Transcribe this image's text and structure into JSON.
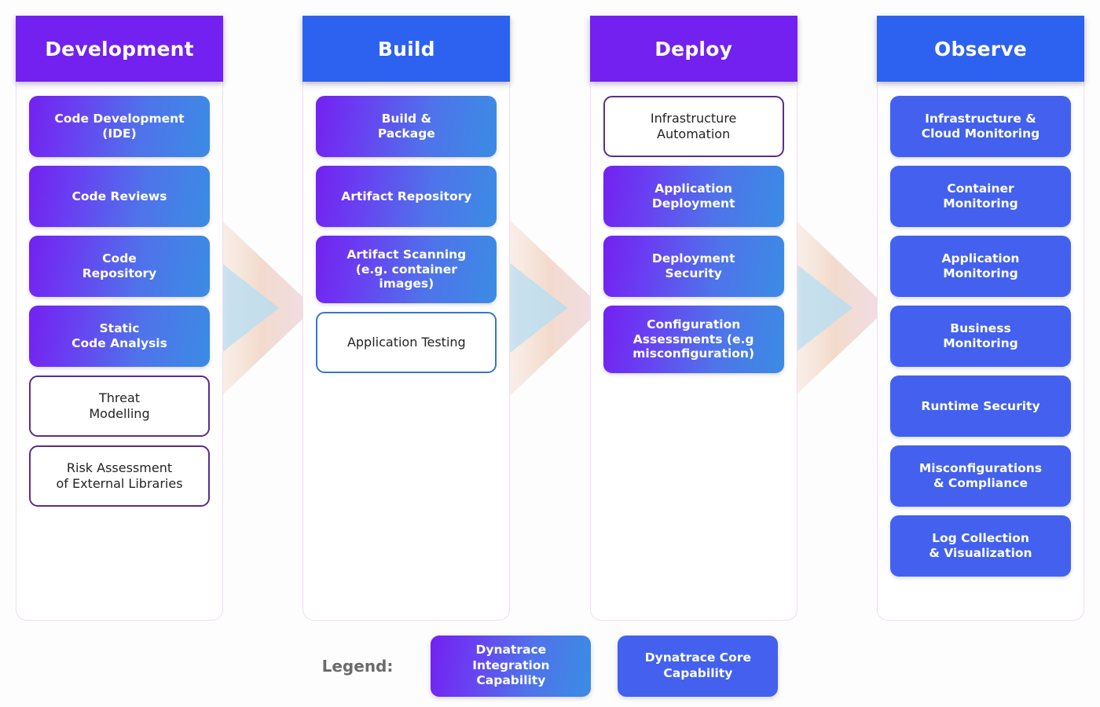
{
  "background_color": "#fdfdfd",
  "colors": {
    "header_purple": "#7321f0",
    "header_blue": "#2d62f0",
    "integration_gradient_start": "#7321f0",
    "integration_gradient_end": "#3b8ce4",
    "core_blue": "#4361ee",
    "outline_purple_border": "#5b2d8e",
    "outline_blue_border": "#3478c8",
    "card_border": "#f0dcf2",
    "legend_label": "#6b6b6b",
    "arrow_peach": "#f3ddd0",
    "arrow_blue": "#c9e2f0"
  },
  "stages": [
    {
      "id": "development",
      "title": "Development",
      "header_color": "purple",
      "outline_border": "purple-b",
      "items": [
        {
          "label": "Code Development\n(IDE)",
          "type": "integration",
          "size": "h1"
        },
        {
          "label": "Code Reviews",
          "type": "integration",
          "size": "h2"
        },
        {
          "label": "Code\nRepository",
          "type": "integration",
          "size": "h2"
        },
        {
          "label": "Static\nCode Analysis",
          "type": "integration",
          "size": "h2"
        },
        {
          "label": "Threat\nModelling",
          "type": "outline",
          "size": "h2"
        },
        {
          "label": "Risk Assessment\nof External Libraries",
          "type": "outline",
          "size": "h2"
        }
      ]
    },
    {
      "id": "build",
      "title": "Build",
      "header_color": "blue",
      "outline_border": "blue-b",
      "items": [
        {
          "label": "Build &\nPackage",
          "type": "integration",
          "size": "h1"
        },
        {
          "label": "Artifact Repository",
          "type": "integration",
          "size": "h2"
        },
        {
          "label": "Artifact Scanning\n(e.g. container\nimages)",
          "type": "integration",
          "size": "h3"
        },
        {
          "label": "Application Testing",
          "type": "outline",
          "size": "h2"
        }
      ]
    },
    {
      "id": "deploy",
      "title": "Deploy",
      "header_color": "purple",
      "outline_border": "purple-b",
      "items": [
        {
          "label": "Infrastructure\nAutomation",
          "type": "outline",
          "size": "h1"
        },
        {
          "label": "Application\nDeployment",
          "type": "integration",
          "size": "h2"
        },
        {
          "label": "Deployment\nSecurity",
          "type": "integration",
          "size": "h2"
        },
        {
          "label": "Configuration\nAssessments (e.g\nmisconfiguration)",
          "type": "integration",
          "size": "h3"
        }
      ]
    },
    {
      "id": "observe",
      "title": "Observe",
      "header_color": "blue",
      "outline_border": "blue-b",
      "items": [
        {
          "label": "Infrastructure &\nCloud Monitoring",
          "type": "core",
          "size": "h1"
        },
        {
          "label": "Container\nMonitoring",
          "type": "core",
          "size": "h2"
        },
        {
          "label": "Application\nMonitoring",
          "type": "core",
          "size": "h2"
        },
        {
          "label": "Business\nMonitoring",
          "type": "core",
          "size": "h2"
        },
        {
          "label": "Runtime Security",
          "type": "core",
          "size": "h2"
        },
        {
          "label": "Misconfigurations\n& Compliance",
          "type": "core",
          "size": "h2"
        },
        {
          "label": "Log Collection\n& Visualization",
          "type": "core",
          "size": "h2"
        }
      ]
    }
  ],
  "legend": {
    "label": "Legend:",
    "entries": [
      {
        "label": "Dynatrace\nIntegration\nCapability",
        "type": "integration"
      },
      {
        "label": "Dynatrace Core\nCapability",
        "type": "core"
      }
    ]
  }
}
